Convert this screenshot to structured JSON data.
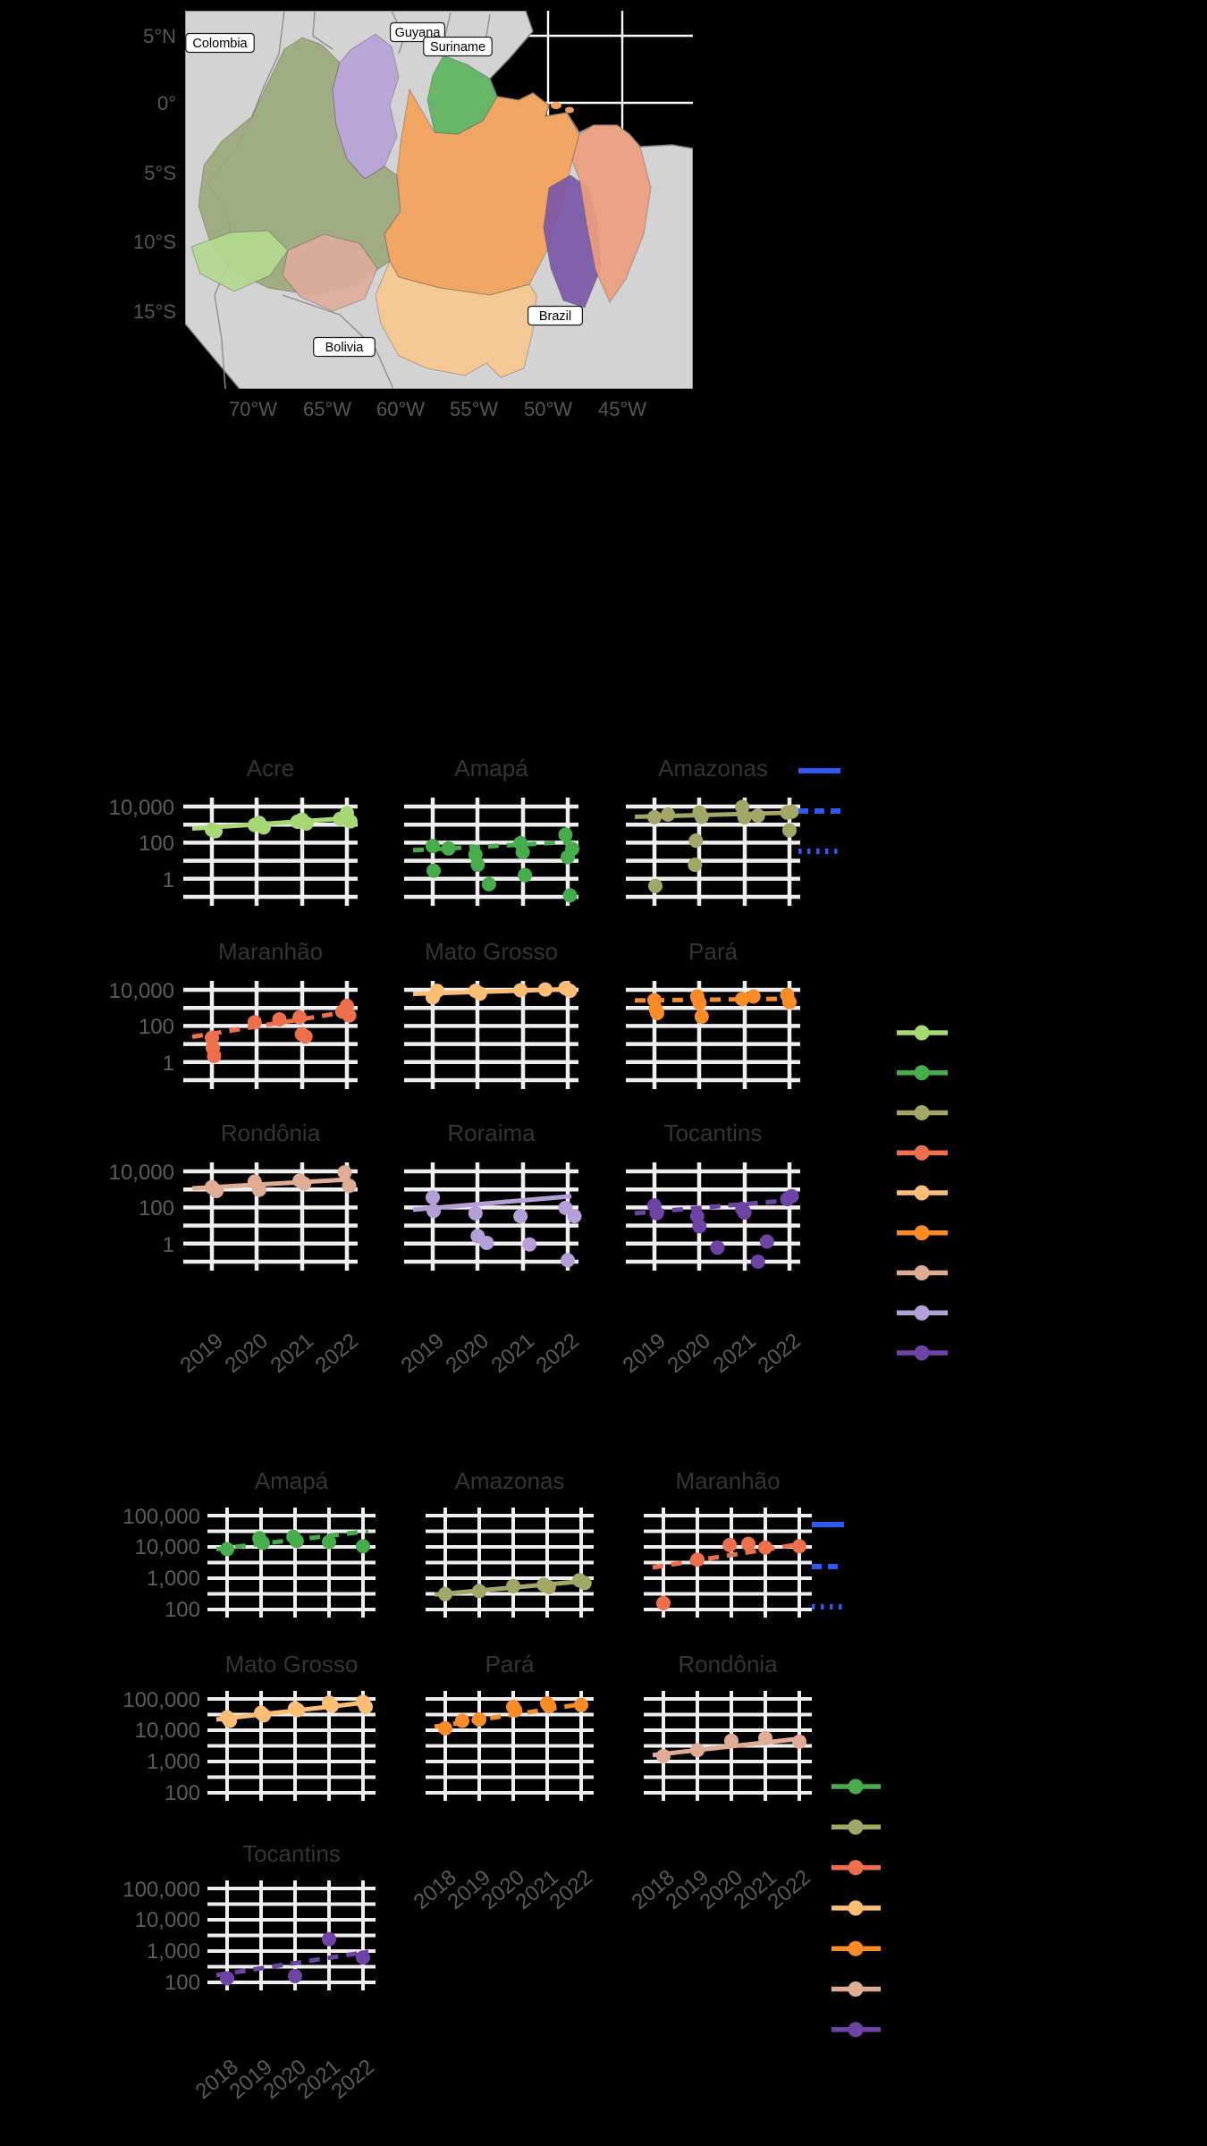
{
  "chart_data": [
    {
      "type": "map",
      "panel": "A",
      "title": "",
      "lat_ticks": [
        "5°N",
        "0°",
        "5°S",
        "10°S",
        "15°S"
      ],
      "lon_ticks": [
        "70°W",
        "65°W",
        "60°W",
        "55°W",
        "50°W",
        "45°W"
      ],
      "country_labels": [
        {
          "id": "colombia",
          "name": "Colombia"
        },
        {
          "id": "guyana",
          "name": "Guyana"
        },
        {
          "id": "suriname",
          "name": "Suriname"
        },
        {
          "id": "bolivia",
          "name": "Bolivia"
        },
        {
          "id": "brazil",
          "name": "Brazil"
        }
      ],
      "states": [
        {
          "id": "amazonas",
          "name": "Amazonas",
          "color": "#9ba879"
        },
        {
          "id": "acre",
          "name": "Acre",
          "color": "#b2d98f"
        },
        {
          "id": "rondonia",
          "name": "Rondônia",
          "color": "#dcab99"
        },
        {
          "id": "para",
          "name": "Pará",
          "color": "#f2a159"
        },
        {
          "id": "matogrosso",
          "name": "Mato Grosso",
          "color": "#f5c78f"
        },
        {
          "id": "amapa",
          "name": "Amapá",
          "color": "#5cb45e"
        },
        {
          "id": "roraima",
          "name": "Roraima",
          "color": "#b6a2d6"
        },
        {
          "id": "tocantins",
          "name": "Tocantins",
          "color": "#7b57a8"
        },
        {
          "id": "maranhao",
          "name": "Maranhão",
          "color": "#ec9d7e"
        }
      ],
      "land_color": "#d3d3d3",
      "ocean_color": "#000000",
      "graticule_color": "#fafafa"
    },
    {
      "type": "scatter",
      "panel": "B",
      "yscale": "log",
      "y_ticks": [
        "10,000",
        "100",
        "1"
      ],
      "x_ticks": [
        "2019",
        "2020",
        "2021",
        "2022"
      ],
      "trend_color": "#2d5af5",
      "trend_styles": [
        "solid",
        "dashed",
        "dotted"
      ],
      "facets": [
        {
          "name": "Acre",
          "color": "#a6d874",
          "trend": "solid",
          "trend_from": 600,
          "trend_to": 2300,
          "points": [
            [
              2019,
              520
            ],
            [
              2019.08,
              430
            ],
            [
              2019.95,
              950
            ],
            [
              2020.05,
              1250
            ],
            [
              2020.15,
              700
            ],
            [
              2020.9,
              1450
            ],
            [
              2021,
              1900
            ],
            [
              2021.1,
              1150
            ],
            [
              2021.85,
              2100
            ],
            [
              2022,
              4300
            ],
            [
              2022.08,
              1500
            ]
          ]
        },
        {
          "name": "Amapá",
          "color": "#45ad49",
          "trend": "dashed",
          "trend_from": 38,
          "trend_to": 110,
          "points": [
            [
              2019,
              65
            ],
            [
              2019.02,
              2.8
            ],
            [
              2019.35,
              48
            ],
            [
              2019.95,
              22
            ],
            [
              2020,
              6
            ],
            [
              2020.25,
              0.5
            ],
            [
              2020.95,
              95
            ],
            [
              2021,
              30
            ],
            [
              2021.05,
              1.6
            ],
            [
              2021.95,
              280
            ],
            [
              2022,
              16
            ],
            [
              2022.05,
              0.12
            ],
            [
              2022.1,
              45
            ]
          ]
        },
        {
          "name": "Amazonas",
          "color": "#a2a765",
          "trend": "solid",
          "trend_from": 2700,
          "trend_to": 4600,
          "points": [
            [
              2019,
              2600
            ],
            [
              2019.02,
              0.4
            ],
            [
              2019.3,
              3600
            ],
            [
              2019.9,
              6
            ],
            [
              2019.92,
              130
            ],
            [
              2020,
              4600
            ],
            [
              2020.05,
              2700
            ],
            [
              2020.95,
              9500
            ],
            [
              2021,
              2600
            ],
            [
              2021.3,
              3100
            ],
            [
              2021.95,
              4600
            ],
            [
              2022,
              480
            ],
            [
              2022.05,
              5200
            ]
          ]
        },
        {
          "name": "Maranhão",
          "color": "#ef6f4d",
          "trend": "dashed",
          "trend_from": 25,
          "trend_to": 650,
          "points": [
            [
              2019,
              22
            ],
            [
              2019.02,
              6
            ],
            [
              2019.05,
              2.2
            ],
            [
              2019.95,
              160
            ],
            [
              2020.5,
              230
            ],
            [
              2020.95,
              300
            ],
            [
              2021,
              35
            ],
            [
              2021.08,
              26
            ],
            [
              2021.9,
              620
            ],
            [
              2022,
              1300
            ],
            [
              2022.05,
              380
            ]
          ]
        },
        {
          "name": "Mato Grosso",
          "color": "#fcbd74",
          "trend": "solid",
          "trend_from": 6000,
          "trend_to": 11000,
          "points": [
            [
              2019,
              3800
            ],
            [
              2019.1,
              8800
            ],
            [
              2019.95,
              8800
            ],
            [
              2020.05,
              6200
            ],
            [
              2020.95,
              9500
            ],
            [
              2021.5,
              10500
            ],
            [
              2021.95,
              12500
            ],
            [
              2022.05,
              8800
            ]
          ]
        },
        {
          "name": "Pará",
          "color": "#fb8b24",
          "trend": "dashed",
          "trend_from": 2600,
          "trend_to": 3200,
          "points": [
            [
              2019,
              2700
            ],
            [
              2019.03,
              850
            ],
            [
              2019.06,
              520
            ],
            [
              2019.95,
              4300
            ],
            [
              2020,
              1900
            ],
            [
              2020.05,
              330
            ],
            [
              2020.95,
              3100
            ],
            [
              2021.2,
              4300
            ],
            [
              2021.95,
              5200
            ],
            [
              2022,
              2100
            ]
          ]
        },
        {
          "name": "Rondônia",
          "color": "#e0ac96",
          "trend": "solid",
          "trend_from": 1150,
          "trend_to": 3600,
          "points": [
            [
              2019,
              1350
            ],
            [
              2019.1,
              820
            ],
            [
              2019.95,
              2700
            ],
            [
              2020.05,
              950
            ],
            [
              2020.95,
              3100
            ],
            [
              2021.05,
              2100
            ],
            [
              2021.95,
              8800
            ],
            [
              2022.05,
              1600
            ]
          ]
        },
        {
          "name": "Roraima",
          "color": "#b59fd8",
          "trend": "solid",
          "trend_from": 75,
          "trend_to": 420,
          "points": [
            [
              2019,
              360
            ],
            [
              2019.02,
              65
            ],
            [
              2019.95,
              48
            ],
            [
              2020,
              2.6
            ],
            [
              2020.2,
              1.1
            ],
            [
              2020.95,
              33
            ],
            [
              2021.15,
              0.9
            ],
            [
              2021.95,
              95
            ],
            [
              2022,
              0.12
            ],
            [
              2022.15,
              33
            ]
          ]
        },
        {
          "name": "Tocantins",
          "color": "#6d44a5",
          "trend": "dashed",
          "trend_from": 48,
          "trend_to": 260,
          "points": [
            [
              2019,
              130
            ],
            [
              2019.05,
              48
            ],
            [
              2019.95,
              33
            ],
            [
              2020,
              9
            ],
            [
              2020.4,
              0.6
            ],
            [
              2020.95,
              85
            ],
            [
              2021,
              52
            ],
            [
              2021.3,
              0.1
            ],
            [
              2021.5,
              1.3
            ],
            [
              2021.95,
              290
            ],
            [
              2022.05,
              420
            ]
          ]
        }
      ]
    },
    {
      "type": "scatter",
      "panel": "C",
      "yscale": "log",
      "y_ticks": [
        "100,000",
        "10,000",
        "1,000",
        "100"
      ],
      "x_ticks": [
        "2018",
        "2019",
        "2020",
        "2021",
        "2022"
      ],
      "trend_color": "#2d5af5",
      "trend_styles": [
        "solid",
        "dashed",
        "dotted"
      ],
      "facets": [
        {
          "name": "Amapá",
          "color": "#45ad49",
          "trend": "dashed",
          "trend_from": 8500,
          "trend_to": 32000,
          "points": [
            [
              2018,
              8500
            ],
            [
              2018.95,
              19000
            ],
            [
              2019.05,
              13500
            ],
            [
              2019.95,
              21000
            ],
            [
              2020.05,
              15500
            ],
            [
              2021,
              14500
            ],
            [
              2022,
              10500
            ]
          ]
        },
        {
          "name": "Amazonas",
          "color": "#a2a765",
          "trend": "solid",
          "trend_from": 300,
          "trend_to": 820,
          "points": [
            [
              2018,
              310
            ],
            [
              2019,
              390
            ],
            [
              2020,
              560
            ],
            [
              2020.9,
              620
            ],
            [
              2021.05,
              520
            ],
            [
              2021.95,
              860
            ],
            [
              2022.1,
              700
            ]
          ]
        },
        {
          "name": "Maranhão",
          "color": "#ef6f4d",
          "trend": "dashed",
          "trend_from": 2200,
          "trend_to": 13000,
          "points": [
            [
              2018,
              160
            ],
            [
              2019,
              3900
            ],
            [
              2019.95,
              11500
            ],
            [
              2020.5,
              12500
            ],
            [
              2021,
              9500
            ],
            [
              2022,
              10500
            ]
          ]
        },
        {
          "name": "Mato Grosso",
          "color": "#fcbd74",
          "trend": "solid",
          "trend_from": 22000,
          "trend_to": 78000,
          "points": [
            [
              2018,
              26000
            ],
            [
              2018.08,
              20000
            ],
            [
              2019,
              36000
            ],
            [
              2019.08,
              30000
            ],
            [
              2020,
              50000
            ],
            [
              2020.08,
              44000
            ],
            [
              2021,
              76000
            ],
            [
              2021.08,
              60000
            ],
            [
              2022,
              80000
            ],
            [
              2022.08,
              56000
            ]
          ]
        },
        {
          "name": "Pará",
          "color": "#fb8b24",
          "trend": "dashed",
          "trend_from": 13000,
          "trend_to": 72000,
          "points": [
            [
              2018,
              11500
            ],
            [
              2018.5,
              20000
            ],
            [
              2019,
              22000
            ],
            [
              2020,
              56000
            ],
            [
              2020.06,
              43000
            ],
            [
              2021,
              72000
            ],
            [
              2021.06,
              58000
            ],
            [
              2022,
              64000
            ]
          ]
        },
        {
          "name": "Rondônia",
          "color": "#e0ac96",
          "trend": "solid",
          "trend_from": 1600,
          "trend_to": 5600,
          "points": [
            [
              2018,
              1500
            ],
            [
              2019,
              2300
            ],
            [
              2020,
              4600
            ],
            [
              2021,
              5600
            ],
            [
              2022,
              4300
            ]
          ]
        },
        {
          "name": "Tocantins",
          "color": "#6d44a5",
          "trend": "dashed",
          "trend_from": 170,
          "trend_to": 950,
          "points": [
            [
              2018,
              135
            ],
            [
              2020,
              160
            ],
            [
              2021,
              2400
            ],
            [
              2022,
              620
            ]
          ]
        }
      ]
    }
  ]
}
